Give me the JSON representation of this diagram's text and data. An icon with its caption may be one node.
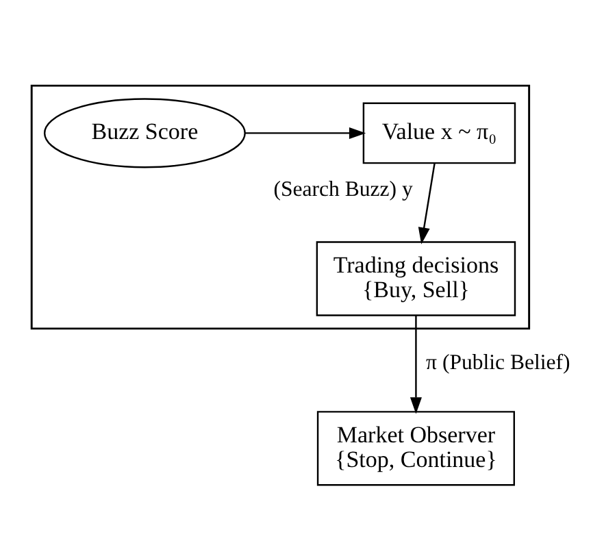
{
  "diagram": {
    "nodes": [
      {
        "text": [],
        "shape": "box"
      },
      {
        "text": [
          "Buzz Score"
        ],
        "in": 0
      },
      {
        "text": [
          "Value x ~ π₀"
        ],
        "in": 0
      },
      {
        "text": [
          "Trading decisions {Buy, Sell}"
        ],
        "in": 0
      },
      {
        "text": [
          "Market Observer {Stop, Continue}"
        ]
      }
    ],
    "edges": [
      {
        "from": 1,
        "to": 2,
        "arrow": "to"
      },
      {
        "from": 2,
        "to": 3,
        "arrow": "to",
        "label": "(Search Buzz) y"
      },
      {
        "from": 3,
        "to": 4,
        "arrow": "to",
        "label": "π (Public Belief)"
      }
    ]
  }
}
